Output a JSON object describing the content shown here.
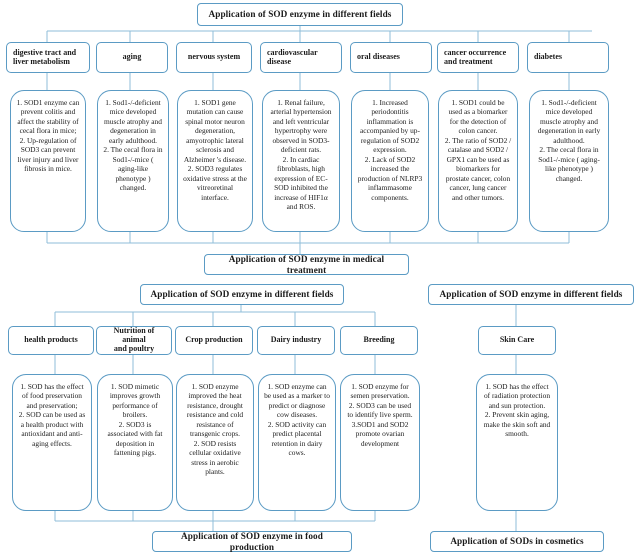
{
  "diagram": {
    "type": "flowchart",
    "title_top": "Application of SOD enzyme in different fields",
    "accent_color": "#5b9bc4",
    "background_color": "#ffffff",
    "text_color": "#1a1a1a",
    "sections": {
      "medical": {
        "root_label": "Application of SOD enzyme in different fields",
        "footer_label": "Application of SOD enzyme in medical treatment",
        "categories": [
          {
            "label": "digestive tract and\nliver metabolism"
          },
          {
            "label": "aging"
          },
          {
            "label": "nervous system"
          },
          {
            "label": "cardiovascular\ndisease"
          },
          {
            "label": "oral diseases"
          },
          {
            "label": "cancer occurrence\nand treatment"
          },
          {
            "label": "diabetes"
          }
        ],
        "details": [
          "1. SOD1 enzyme can prevent colitis and affect the stability of cecal flora in mice;\n2. Up-regulation of SOD3 can prevent liver injury and liver fibrosis in mice.",
          "1. Sod1-/-deficient mice developed muscle atrophy and degeneration in early adulthood.\n2. The cecal flora in Sod1-/-mice ( aging-like phenotype ) changed.",
          "1. SOD1 gene mutation can cause spinal motor neuron degeneration, amyotrophic lateral sclerosis and Alzheimer 's disease.\n2. SOD3 regulates oxidative stress at the vitreoretinal interface.",
          "1. Renal failure, arterial hypertension and left ventricular hypertrophy were observed in SOD3-deficient rats.\n2. In cardiac fibroblasts, high expression of EC-SOD inhibited the increase of HIF1α and ROS.",
          "1. Increased periodontitis inflammation is accompanied by up-regulation of SOD2 expression.\n2. Lack of SOD2 increased the production of NLRP3 inflammasome components.",
          "1. SOD1 could be used as a biomarker for the detection of colon cancer.\n2. The ratio of SOD2 / catalase and SOD2 / GPX1 can be used as biomarkers for prostate cancer, colon cancer, lung cancer and other tumors.",
          "1. Sod1-/-deficient mice developed muscle atrophy and degeneration in early adulthood.\n2. The cecal flora in Sod1-/-mice ( aging-like phenotype ) changed."
        ]
      },
      "food": {
        "root_label": "Application of SOD enzyme in different fields",
        "footer_label": "Application of SOD enzyme in food production",
        "categories": [
          {
            "label": "health products"
          },
          {
            "label": "Nutrition of animal\nand poultry"
          },
          {
            "label": "Crop production"
          },
          {
            "label": "Dairy industry"
          },
          {
            "label": "Breeding"
          }
        ],
        "details": [
          "1. SOD has the effect of food preservation and preservation;\n2. SOD can be used as a health product with antioxidant and anti-aging effects.",
          "1. SOD mimetic improves growth performance of broilers.\n2. SOD3 is associated with fat deposition in fattening pigs.",
          "1. SOD enzyme improved the heat resistance, drought resistance and cold resistance of transgenic crops.\n2. SOD resists cellular oxidative stress in aerobic plants.",
          "1. SOD enzyme can be used as a marker to predict or diagnose cow diseases.\n2. SOD activity can predict placental retention in dairy cows.",
          "1. SOD enzyme for semen preservation.\n2. SOD3 can be used to identify live sperm.\n3.SOD1 and SOD2 promote ovarian development"
        ]
      },
      "cosmetics": {
        "root_label": "Application of SOD enzyme in different fields",
        "footer_label": "Application of SODs in cosmetics",
        "categories": [
          {
            "label": "Skin Care"
          }
        ],
        "details": [
          "1. SOD has the effect of radiation protection and sun protection.\n2. Prevent skin aging, make the skin soft and smooth."
        ]
      }
    }
  }
}
